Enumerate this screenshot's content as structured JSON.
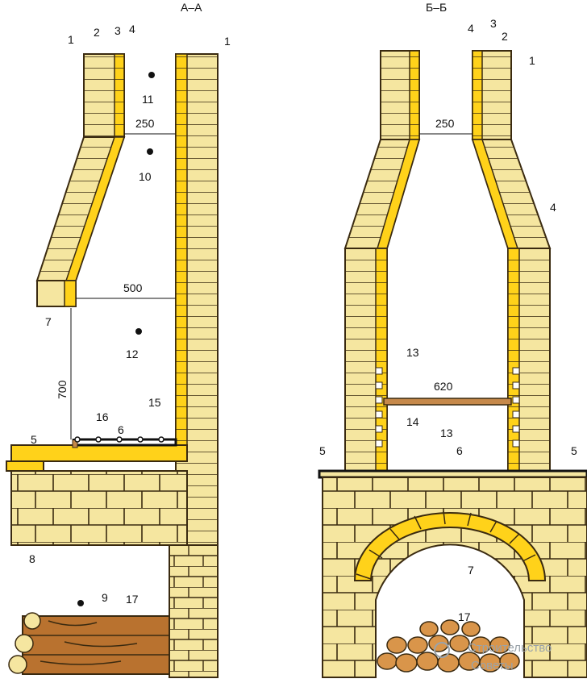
{
  "sections": {
    "left": "А–А",
    "right": "Б–Б"
  },
  "dimensions": {
    "flue_width_left": "250",
    "opening_width_left": "500",
    "opening_height_left": "700",
    "flue_width_right": "250",
    "grill_width_right": "620"
  },
  "labels_left": {
    "n1a": "1",
    "n2": "2",
    "n3": "3",
    "n4": "4",
    "n1b": "1",
    "n11": "11",
    "n10": "10",
    "n12": "12",
    "n7": "7",
    "n16": "16",
    "n15": "15",
    "n5": "5",
    "n6": "6",
    "n8": "8",
    "n9": "9",
    "n17": "17"
  },
  "labels_right": {
    "n4a": "4",
    "n3": "3",
    "n2": "2",
    "n1": "1",
    "n4b": "4",
    "n13a": "13",
    "n14": "14",
    "n13b": "13",
    "n6": "6",
    "n5a": "5",
    "n5b": "5",
    "n7": "7",
    "n17": "17"
  },
  "watermark": {
    "line1": "Строительство",
    "line2": "Советы"
  },
  "colors": {
    "brick_light": "#f5e6a0",
    "brick_yellow": "#ffd21a",
    "mortar": "#3a2a10",
    "grate": "#c6894a",
    "wood": "#b9722f"
  }
}
